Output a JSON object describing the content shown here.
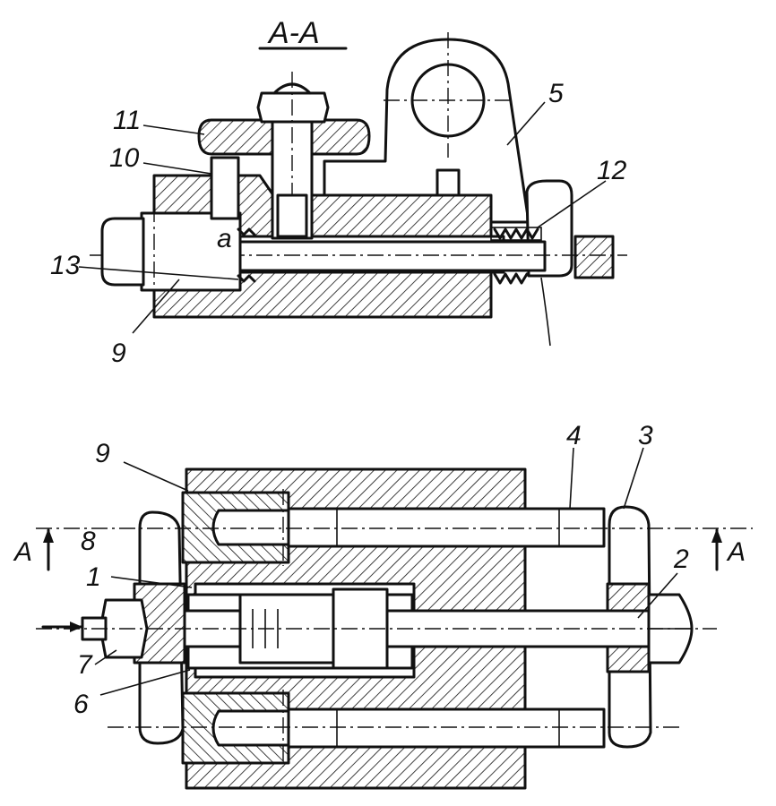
{
  "section": {
    "title": "A-A",
    "cut_marker": "A"
  },
  "labels": {
    "l1": "1",
    "l2": "2",
    "l3": "3",
    "l4": "4",
    "l5": "5",
    "l6": "6",
    "l7": "7",
    "l8": "8",
    "l9_top": "9",
    "l9_bottom": "9",
    "l10": "10",
    "l11": "11",
    "l12": "12",
    "l13": "13",
    "a": "a",
    "arrow_left_A": "A",
    "arrow_right_A": "A"
  }
}
